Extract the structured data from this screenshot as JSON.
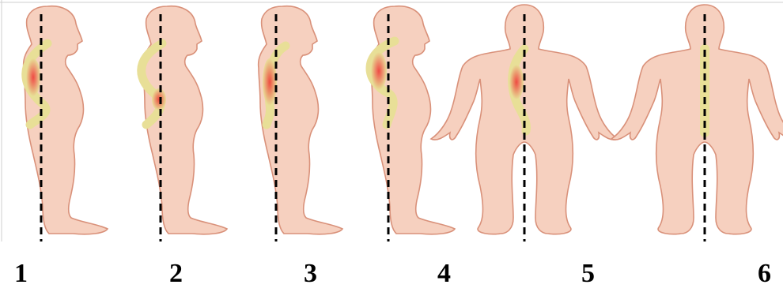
{
  "labels": [
    "1",
    "2",
    "3",
    "4",
    "5",
    "6"
  ],
  "colors": {
    "skin_fill": "#f6d0bf",
    "skin_stroke": "#d9917a",
    "spine_normal": "#e8df97",
    "spine_affected": "#ee4a43",
    "plumb_line": "#000000",
    "frame": "#cfcfcf"
  },
  "figures": [
    {
      "view": "side",
      "condition": "spine-curve"
    },
    {
      "view": "side",
      "condition": "spine-curve"
    },
    {
      "view": "side",
      "condition": "spine-curve"
    },
    {
      "view": "side",
      "condition": "spine-curve"
    },
    {
      "view": "back",
      "condition": "spine-curve"
    },
    {
      "view": "back",
      "condition": "normal"
    }
  ]
}
